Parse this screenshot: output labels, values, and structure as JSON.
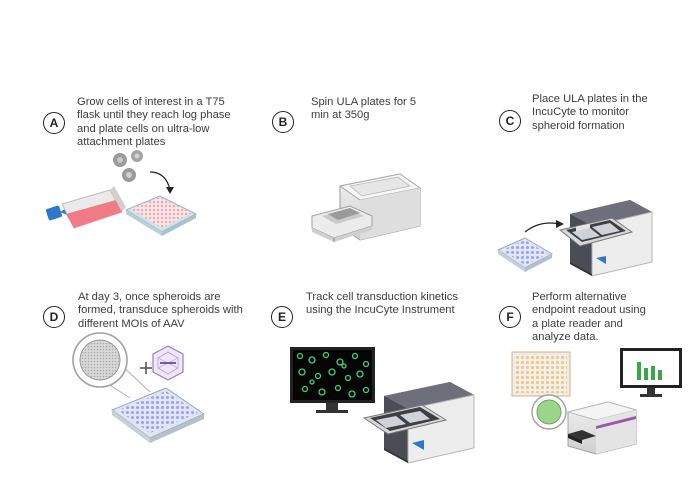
{
  "steps": [
    {
      "letter": "A",
      "text": "Grow cells of interest in a T75\nflask until they reach log phase\nand plate cells on ultra-low\nattachment plates"
    },
    {
      "letter": "B",
      "text": "Spin ULA plates for 5\nmin at 350g"
    },
    {
      "letter": "C",
      "text": "Place ULA plates in the\nIncuCyte to monitor\nspheroid formation"
    },
    {
      "letter": "D",
      "text": "At day 3, once spheroids are\nformed, transduce spheroids with\ndifferent MOIs of AAV"
    },
    {
      "letter": "E",
      "text": "Track cell transduction kinetics\nusing the IncuCyte Instrument"
    },
    {
      "letter": "F",
      "text": "Perform alternative\nendpoint readout using\na plate reader and\nanalyze data."
    }
  ],
  "colors": {
    "flask_media": "#f07a86",
    "flask_cap": "#2e78c8",
    "plate_pink": "#f4c6cc",
    "plate_blue": "#b9bff0",
    "incucyte_dark": "#4a4d55",
    "monitor_green": "#3fd27a",
    "plate_reader_purple": "#9b5aa8"
  }
}
